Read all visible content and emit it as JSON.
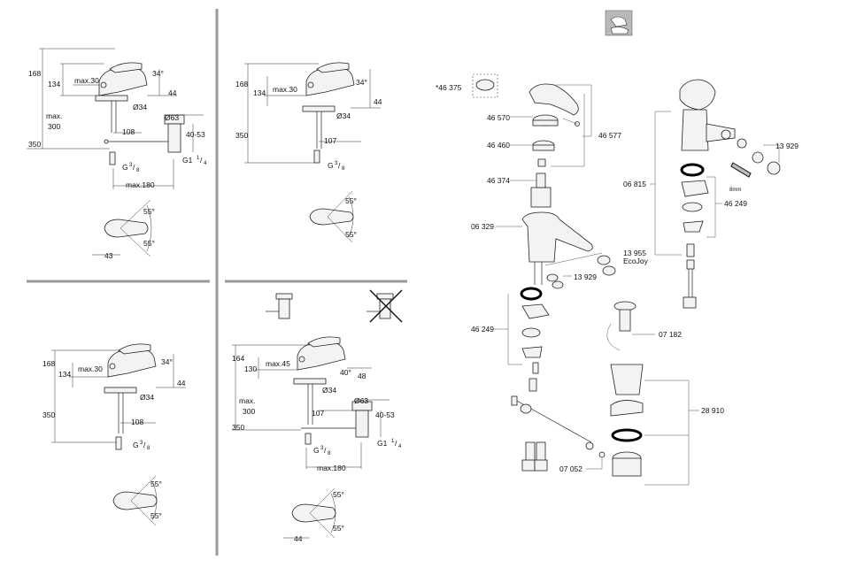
{
  "colors": {
    "line": "#222222",
    "separator": "#9a9a9a",
    "icon_bg": "#b9b9b9",
    "ring": "#000000"
  },
  "panel_a": {
    "dims": [
      "168",
      "134",
      "max.30",
      "34°",
      "44",
      "Ø34",
      "max.",
      "300",
      "Ø63",
      "108",
      "40-53",
      "350",
      "G1",
      "1",
      "/",
      "4",
      "G",
      "3",
      "/",
      "8",
      "max.180"
    ],
    "plan": [
      "55°",
      "55°",
      "43"
    ]
  },
  "panel_b": {
    "dims": [
      "168",
      "134",
      "max.30",
      "34°",
      "44",
      "Ø34",
      "350",
      "107",
      "G",
      "3",
      "/",
      "8"
    ],
    "plan": [
      "55°",
      "55°"
    ]
  },
  "panel_c": {
    "dims": [
      "168",
      "134",
      "max.30",
      "34°",
      "44",
      "Ø34",
      "350",
      "108",
      "G",
      "3",
      "/",
      "8"
    ],
    "plan": [
      "55°",
      "55°"
    ]
  },
  "panel_d": {
    "dims": [
      "164",
      "130",
      "max.45",
      "40°",
      "48",
      "Ø34",
      "max.",
      "300",
      "Ø63",
      "107",
      "40-53",
      "350",
      "G1",
      "1",
      "/",
      "4",
      "G",
      "3",
      "/",
      "8",
      "max.180"
    ],
    "plan": [
      "55°",
      "44",
      "55°"
    ]
  },
  "parts": {
    "p46375": "*46 375",
    "p46570": "46 570",
    "p46577": "46 577",
    "p46460": "46 460",
    "p46374": "46 374",
    "p06329": "06 329",
    "p13955": "13 955",
    "ecojoy": "EcoJoy",
    "p13929a": "13 929",
    "p46249a": "46 249",
    "p07182": "07 182",
    "p28910": "28 910",
    "p07052": "07 052",
    "p06815": "06 815",
    "p46249b": "46 249",
    "p13929b": "13 929",
    "wrench": "8mm"
  },
  "icons": [
    "hand-wash-icon",
    "pop-up-waste-icon",
    "no-pop-up-waste-icon"
  ]
}
